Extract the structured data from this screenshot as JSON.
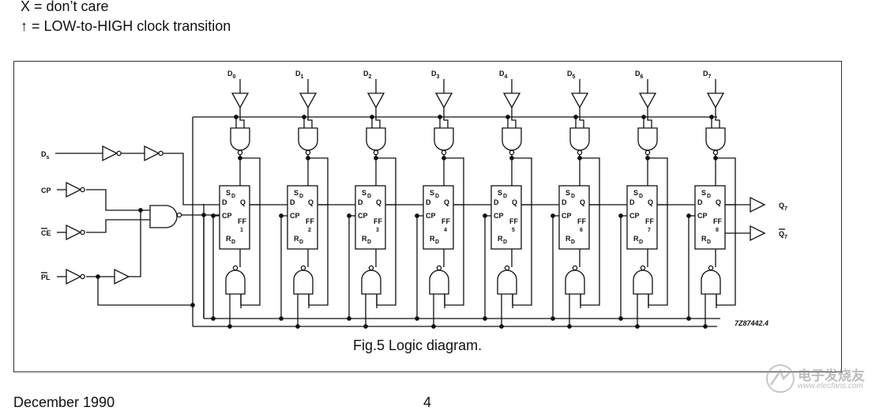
{
  "legend": {
    "line1": "X = don’t care",
    "line2": "↑ = LOW-to-HIGH clock transition"
  },
  "diagram": {
    "caption": "Fig.5  Logic diagram.",
    "code": "7Z87442.4",
    "data_inputs": [
      {
        "name": "D",
        "sub": "0"
      },
      {
        "name": "D",
        "sub": "1"
      },
      {
        "name": "D",
        "sub": "2"
      },
      {
        "name": "D",
        "sub": "3"
      },
      {
        "name": "D",
        "sub": "4"
      },
      {
        "name": "D",
        "sub": "5"
      },
      {
        "name": "D",
        "sub": "6"
      },
      {
        "name": "D",
        "sub": "7"
      }
    ],
    "control_inputs": {
      "ds": {
        "name": "D",
        "sub": "s"
      },
      "cp": "CP",
      "ce": "CE",
      "pl": "PL"
    },
    "flipflop_pins": {
      "set": "S",
      "set_sub": "D",
      "d": "D",
      "q": "Q",
      "cp": "CP",
      "ff": "FF",
      "reset": "R",
      "reset_sub": "D"
    },
    "flipflop_numbers": [
      "1",
      "2",
      "3",
      "4",
      "5",
      "6",
      "7",
      "8"
    ],
    "outputs": {
      "q7": {
        "name": "Q",
        "sub": "7"
      },
      "q7_bar": {
        "name": "Q",
        "sub": "7"
      }
    }
  },
  "footer": {
    "left": "December 1990",
    "page": "4"
  },
  "watermark": {
    "text": "电子发烧友",
    "url": "www.elecfans.com"
  }
}
